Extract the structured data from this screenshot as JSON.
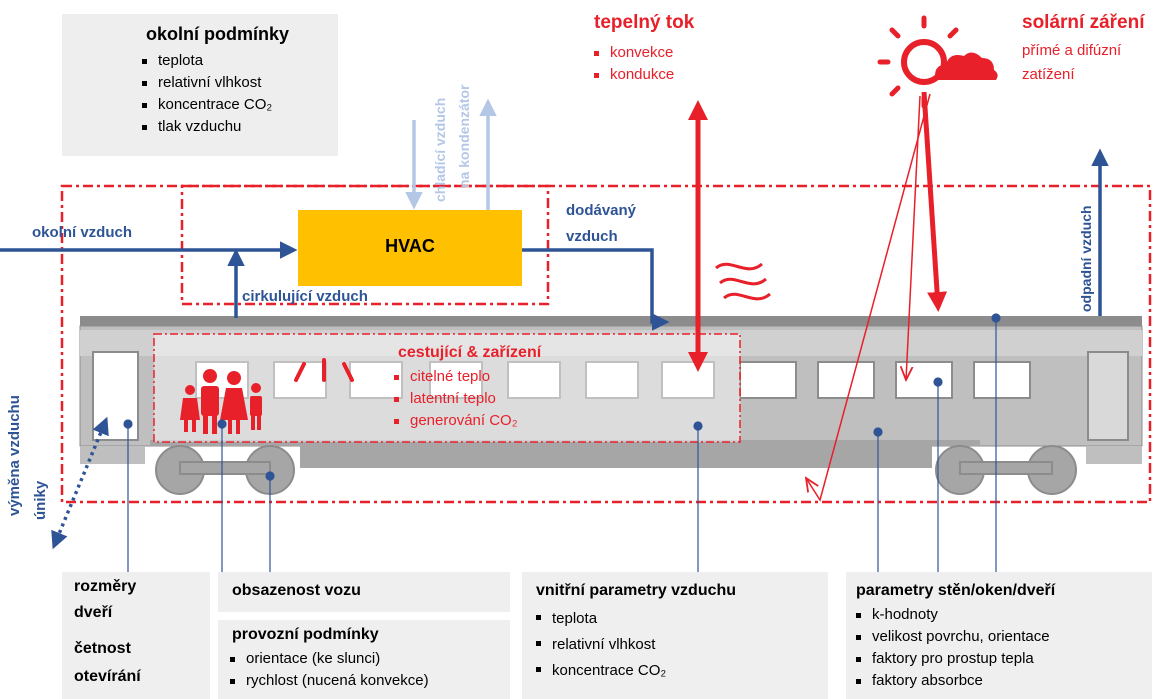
{
  "ambient": {
    "title": "okolní podmínky",
    "items": [
      "teplota",
      "relativní vlhkost",
      "koncentrace CO₂",
      "tlak vzduchu"
    ]
  },
  "heat_flow": {
    "title": "tepelný tok",
    "items": [
      "konvekce",
      "kondukce"
    ]
  },
  "solar": {
    "title": "solární záření",
    "line1": "přímé a difúzní",
    "line2": "zatížení"
  },
  "hvac": {
    "label": "HVAC"
  },
  "airflow": {
    "ambient_air": "okolní vzduch",
    "recirculated_air": "cirkulující vzduch",
    "supply_air_1": "dodávaný",
    "supply_air_2": "vzduch",
    "cooling_air_1": "chladící vzduch",
    "cooling_air_2": "na kondenzátor",
    "exhaust_air": "odpadní vzduch",
    "air_exchange": "výměna vzduchu",
    "leakage": "úniky"
  },
  "passengers": {
    "title": "cestující & zařízení",
    "items": [
      "citelné teplo",
      "latentní teplo",
      "generování CO₂"
    ]
  },
  "door": {
    "line1": "rozměry",
    "line2": "dveří",
    "line3": "četnost",
    "line4": "otevírání"
  },
  "occupancy": {
    "title": "obsazenost vozu"
  },
  "operating": {
    "title": "provozní podmínky",
    "items": [
      "orientace (ke slunci)",
      "rychlost (nucená konvekce)"
    ]
  },
  "inner_air": {
    "title": "vnitřní parametry vzduchu",
    "items": [
      "teplota",
      "relativní vlhkost",
      "koncentrace CO₂"
    ]
  },
  "walls": {
    "title": "parametry stěn/oken/dveří",
    "items": [
      "k-hodnoty",
      "velikost povrchu, orientace",
      "faktory pro prostup tepla",
      "faktory absorbce"
    ]
  },
  "colors": {
    "blue": "#2f5496",
    "light_blue": "#b4c7e7",
    "red": "#e8202a",
    "hvac": "#ffc000"
  }
}
